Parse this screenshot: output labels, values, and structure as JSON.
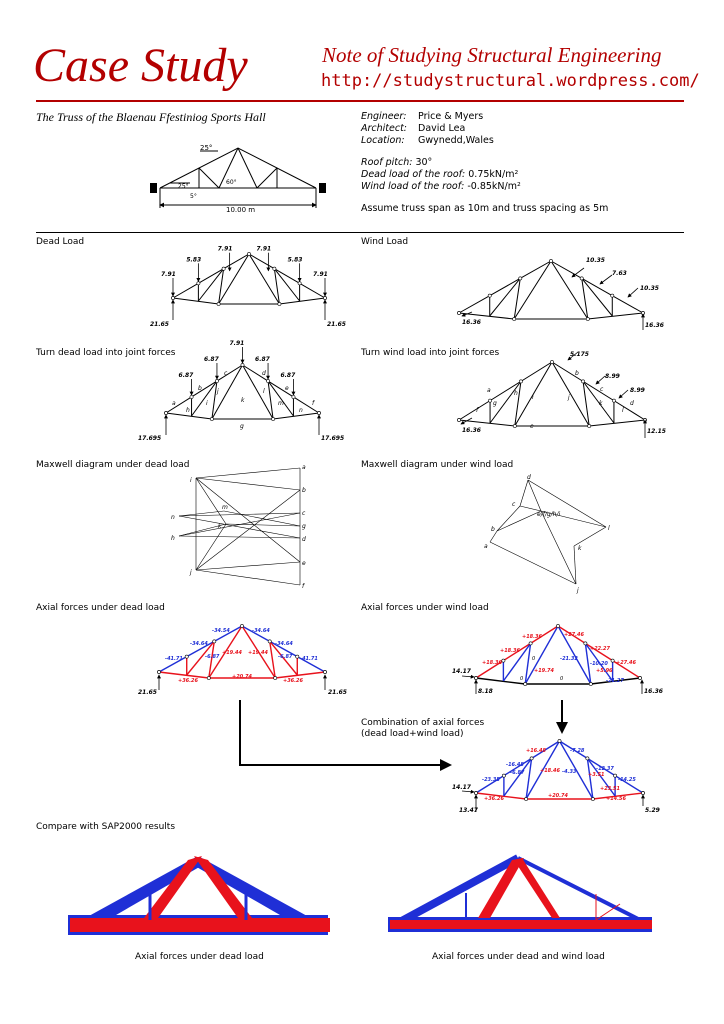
{
  "header": {
    "title": "Case Study",
    "subtitle": "Note of Studying Structural Engineering",
    "url": "http://studystructural.wordpress.com/"
  },
  "project": {
    "caption": "The Truss of the Blaenau Ffestiniog Sports Hall",
    "engineer_label": "Engineer:",
    "engineer": "Price & Myers",
    "architect_label": "Architect:",
    "architect": "David Lea",
    "location_label": "Location:",
    "location": "Gwynedd,Wales",
    "pitch_label": "Roof pitch:",
    "pitch": "30°",
    "dead_label": "Dead load of the roof:",
    "dead": "0.75kN/m²",
    "wind_label": "Wind load of the roof:",
    "wind": "-0.85kN/m²",
    "assumption": "Assume truss span as 10m and truss spacing as 5m"
  },
  "geometry_labels": {
    "angle_top": "25°",
    "angle_mid": "60°",
    "angle_left1": "25°",
    "angle_left2": "5°",
    "span": "10.00 m"
  },
  "sections": {
    "dead_load": "Dead Load",
    "wind_load": "Wind Load",
    "dead_joint": "Turn dead load into joint forces",
    "wind_joint": "Turn wind load into joint forces",
    "maxwell_dead": "Maxwell diagram under dead load",
    "maxwell_wind": "Maxwell diagram under wind load",
    "axial_dead": "Axial forces under dead load",
    "axial_wind": "Axial forces under wind load",
    "combination": "Combination of axial forces",
    "combination_sub": "(dead load+wind load)",
    "compare": "Compare with SAP2000 results",
    "sap_dead": "Axial forces under dead load",
    "sap_combined": "Axial forces under dead and wind load"
  },
  "dead_load": {
    "loads": [
      "7.91",
      "5.83",
      "7.91",
      "7.91",
      "5.83",
      "7.91"
    ],
    "reactions": [
      "21.65",
      "21.65"
    ]
  },
  "wind_load": {
    "loads": [
      "10.35",
      "7.63",
      "10.35"
    ],
    "reactions": [
      "16.36",
      "16.36"
    ]
  },
  "dead_joint": {
    "loads": [
      "6.87",
      "6.87",
      "7.91",
      "6.87",
      "6.87"
    ],
    "reactions": [
      "17.695",
      "17.695"
    ],
    "labels": [
      "a",
      "b",
      "c",
      "d",
      "e",
      "f",
      "g",
      "h",
      "i",
      "j",
      "k",
      "l",
      "m",
      "n"
    ]
  },
  "wind_joint": {
    "loads": [
      "5.175",
      "8.99",
      "8.99"
    ],
    "reactions": [
      "16.36",
      "12.15"
    ],
    "labels": [
      "a",
      "b",
      "c",
      "d",
      "e",
      "f",
      "g",
      "h",
      "i",
      "j",
      "k",
      "l"
    ]
  },
  "maxwell_dead_labels": [
    "a",
    "b",
    "c",
    "g",
    "d",
    "e",
    "f",
    "i",
    "m",
    "n",
    "h",
    "j",
    "k"
  ],
  "maxwell_wind_labels": [
    "d",
    "c",
    "e/f/g/h/i",
    "l",
    "b",
    "a",
    "k",
    "j"
  ],
  "axial_dead": {
    "compression": [
      "-41.71",
      "-34.64",
      "-34.54",
      "-34.64",
      "-34.64",
      "-41.71",
      "-6.87",
      "-6.87"
    ],
    "tension": [
      "+36.26",
      "+20.74",
      "+36.26",
      "+19.44",
      "+19.44"
    ],
    "reactions": [
      "21.65",
      "21.65"
    ]
  },
  "axial_wind": {
    "tension": [
      "+18.36",
      "+18.36",
      "+18.36",
      "+27.46",
      "+22.27",
      "+27.46",
      "+19.74",
      "+5.96"
    ],
    "compression": [
      "-21.27",
      "-21.32",
      "-10.20"
    ],
    "small": [
      "0",
      "0",
      "0"
    ],
    "reactions": [
      "14.17",
      "8.18",
      "16.36"
    ]
  },
  "axial_combined": {
    "compression": [
      "-23.35",
      "-16.48",
      "-7.28",
      "-12.37",
      "-14.25",
      "-6.87",
      "-4.33"
    ],
    "tension": [
      "+16.48",
      "+18.46",
      "+36.26",
      "+20.74",
      "+14.56",
      "+3.51",
      "+23.51"
    ],
    "reactions": [
      "14.17",
      "13.47",
      "5.29"
    ]
  },
  "colors": {
    "red": "#e8121c",
    "blue": "#1f2fd6",
    "brand": "#b30000"
  }
}
